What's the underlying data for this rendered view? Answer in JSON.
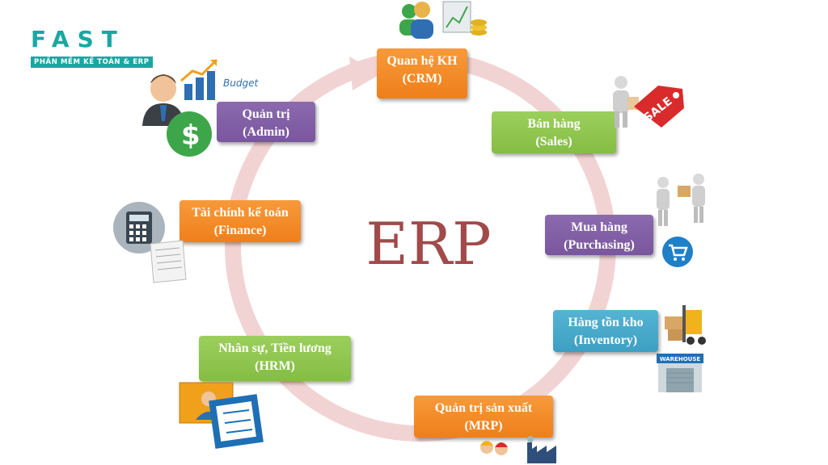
{
  "logo": {
    "name": "FAST",
    "tagline": "PHẦN MỀM KẾ TOÁN & ERP",
    "color": "#1aa7a2"
  },
  "center_label": "ERP",
  "modules": [
    {
      "id": "crm",
      "line1": "Quan hệ KH",
      "line2": "(CRM)",
      "color": "orange"
    },
    {
      "id": "sales",
      "line1": "Bán hàng",
      "line2": "(Sales)",
      "color": "green"
    },
    {
      "id": "purchasing",
      "line1": "Mua hàng",
      "line2": "(Purchasing)",
      "color": "purple"
    },
    {
      "id": "inventory",
      "line1": "Hàng tồn kho",
      "line2": "(Inventory)",
      "color": "blue"
    },
    {
      "id": "mrp",
      "line1": "Quản trị sản xuất",
      "line2": "(MRP)",
      "color": "orange"
    },
    {
      "id": "hrm",
      "line1": "Nhân sự, Tiền lương",
      "line2": "(HRM)",
      "color": "green"
    },
    {
      "id": "finance",
      "line1": "Tài chính kế toán",
      "line2": "(Finance)",
      "color": "orange"
    },
    {
      "id": "admin",
      "line1": "Quản trị",
      "line2": "(Admin)",
      "color": "purple"
    }
  ],
  "icons": {
    "budget": "Budget",
    "sale": "SALE",
    "warehouse": "WAREHOUSE"
  },
  "icon_names": [
    "users-icon",
    "budget-chart-icon",
    "dollar-icon",
    "sale-tag-icon",
    "delivery-icon",
    "cart-icon",
    "forklift-icon",
    "warehouse-icon",
    "factory-icon",
    "workers-icon",
    "calculator-icon",
    "receipt-icon",
    "profile-icon"
  ],
  "colors": {
    "ring": "#f2d3d3",
    "orange": "#ef7f1a",
    "green": "#84bd44",
    "purple": "#7a569e",
    "blue": "#3d9fc2",
    "center": "#a14a4a"
  }
}
